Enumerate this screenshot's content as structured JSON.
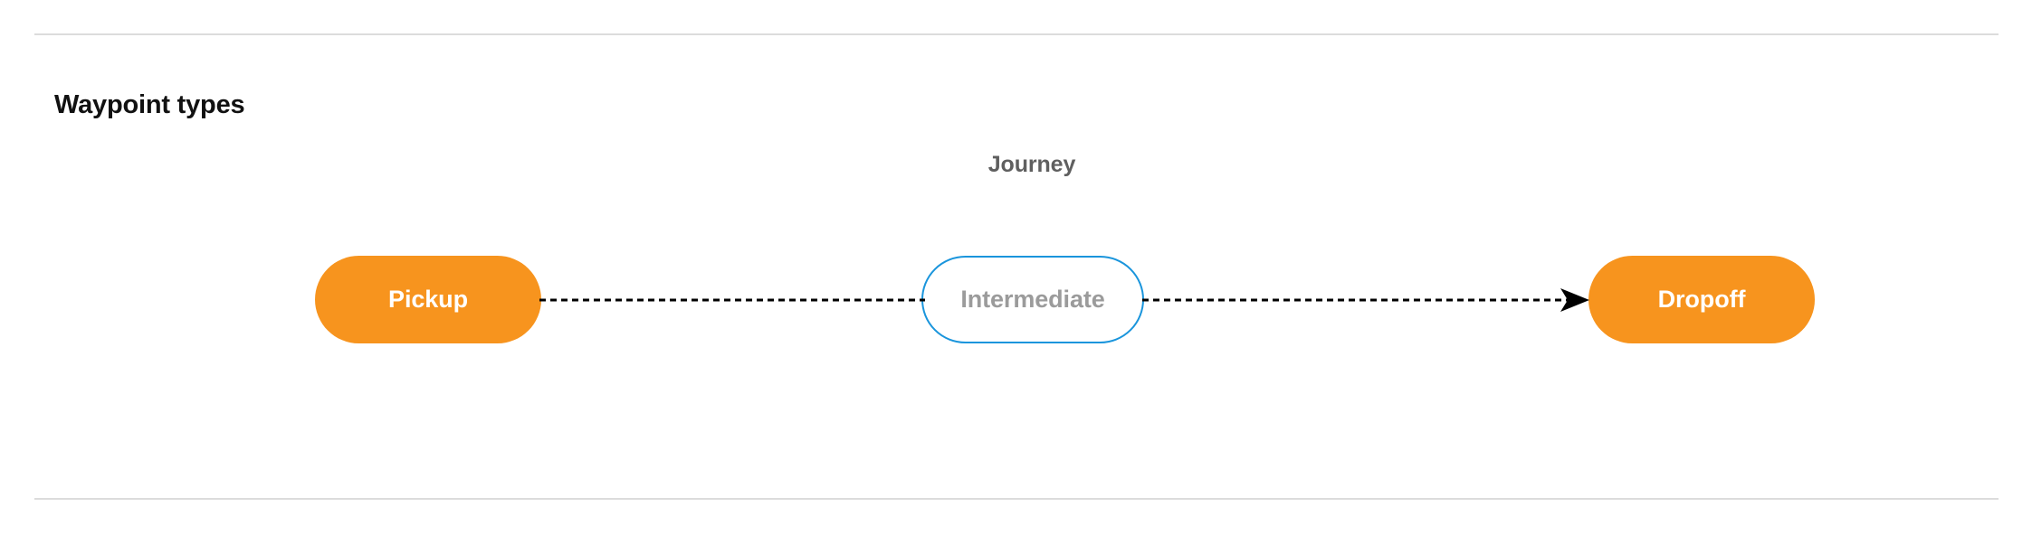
{
  "section": {
    "title": "Waypoint types"
  },
  "diagram": {
    "group_label": "Journey",
    "nodes": [
      {
        "id": "pickup",
        "label": "Pickup",
        "style": "filled",
        "fill": "#f7941e",
        "text_color": "#ffffff"
      },
      {
        "id": "intermediate",
        "label": "Intermediate",
        "style": "outline",
        "fill": "#ffffff",
        "border_color": "#1a95dc",
        "text_color": "#9b9b9b"
      },
      {
        "id": "dropoff",
        "label": "Dropoff",
        "style": "filled",
        "fill": "#f7941e",
        "text_color": "#ffffff"
      }
    ],
    "edges": [
      {
        "from": "pickup",
        "to": "intermediate",
        "style": "dashed",
        "color": "#000000",
        "arrowhead": false
      },
      {
        "from": "intermediate",
        "to": "dropoff",
        "style": "dashed",
        "color": "#000000",
        "arrowhead": true
      }
    ]
  },
  "divider": {
    "color": "#dcdcdc"
  }
}
